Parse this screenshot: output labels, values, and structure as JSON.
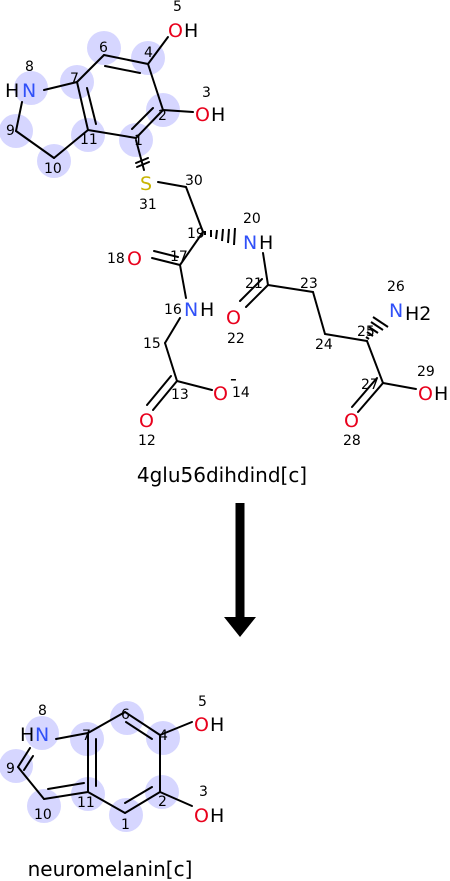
{
  "reactant": {
    "name": "4glu56dihdind[c]",
    "atoms": {
      "O5": "O",
      "H5": "H",
      "O3": "O",
      "H3": "H",
      "H8": "H",
      "N8": "N",
      "S31": "S",
      "N20": "N",
      "H20": "H",
      "O18": "O",
      "N16": "N",
      "H16": "H",
      "O22": "O",
      "N26": "N",
      "H26": "H2",
      "O12": "O",
      "O14": "O",
      "charge14": "-",
      "O28": "O",
      "O29": "O",
      "H29": "H"
    },
    "indices": {
      "i5": "5",
      "i6": "6",
      "i4": "4",
      "i3": "3",
      "i8": "8",
      "i7": "7",
      "i2": "2",
      "i9": "9",
      "i11": "11",
      "i1": "1",
      "i10": "10",
      "i30": "30",
      "i31": "31",
      "i20": "20",
      "i19": "19",
      "i18": "18",
      "i17": "17",
      "i21": "21",
      "i23": "23",
      "i26": "26",
      "i16": "16",
      "i22": "22",
      "i25": "25",
      "i15": "15",
      "i24": "24",
      "i29": "29",
      "i13": "13",
      "i14": "14",
      "i27": "27",
      "i12": "12",
      "i28": "28"
    }
  },
  "product": {
    "name": "neuromelanin[c]",
    "atoms": {
      "O5": "O",
      "H5": "H",
      "O3": "O",
      "H3": "H",
      "H8": "H",
      "N8": "N"
    },
    "indices": {
      "i8": "8",
      "i5": "5",
      "i6": "6",
      "i7": "7",
      "i4": "4",
      "i9": "9",
      "i11": "11",
      "i2": "2",
      "i3": "3",
      "i10": "10",
      "i1": "1"
    }
  },
  "colors": {
    "oxygen": "#e8001c",
    "nitrogen": "#3050f8",
    "sulfur": "#c8b400",
    "highlight": "#c8c8ff"
  }
}
